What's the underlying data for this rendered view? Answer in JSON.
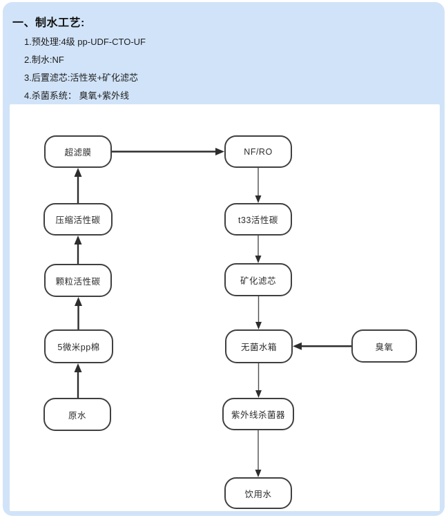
{
  "header": {
    "title": "一、制水工艺:",
    "steps": [
      "1.预处理:4级 pp-UDF-CTO-UF",
      "2.制水:NF",
      "3.后置滤芯:活性炭+矿化滤芯",
      "4.杀菌系统： 臭氧+紫外线"
    ]
  },
  "flowchart": {
    "nodes": [
      {
        "id": "uf-membrane",
        "label": "超滤膜"
      },
      {
        "id": "compressed-carbon",
        "label": "压缩活性碳"
      },
      {
        "id": "granular-carbon",
        "label": "颗粒活性碳"
      },
      {
        "id": "pp-cotton",
        "label": "5微米pp棉"
      },
      {
        "id": "raw-water",
        "label": "原水"
      },
      {
        "id": "nf-ro",
        "label": "NF/RO"
      },
      {
        "id": "t33-carbon",
        "label": "t33活性碳"
      },
      {
        "id": "mineral-filter",
        "label": "矿化滤芯"
      },
      {
        "id": "sterile-tank",
        "label": "无菌水箱"
      },
      {
        "id": "uv-sterilizer",
        "label": "紫外线杀菌器"
      },
      {
        "id": "drinking-water",
        "label": "饮用水"
      },
      {
        "id": "ozone",
        "label": "臭氧"
      }
    ],
    "edges": [
      {
        "from": "raw-water",
        "to": "pp-cotton",
        "weight": "thick"
      },
      {
        "from": "pp-cotton",
        "to": "granular-carbon",
        "weight": "thick"
      },
      {
        "from": "granular-carbon",
        "to": "compressed-carbon",
        "weight": "thick"
      },
      {
        "from": "compressed-carbon",
        "to": "uf-membrane",
        "weight": "thick"
      },
      {
        "from": "uf-membrane",
        "to": "nf-ro",
        "weight": "thick"
      },
      {
        "from": "nf-ro",
        "to": "t33-carbon",
        "weight": "thin"
      },
      {
        "from": "t33-carbon",
        "to": "mineral-filter",
        "weight": "thin"
      },
      {
        "from": "mineral-filter",
        "to": "sterile-tank",
        "weight": "thin"
      },
      {
        "from": "ozone",
        "to": "sterile-tank",
        "weight": "thick"
      },
      {
        "from": "sterile-tank",
        "to": "uv-sterilizer",
        "weight": "thin"
      },
      {
        "from": "uv-sterilizer",
        "to": "drinking-water",
        "weight": "thin"
      }
    ]
  },
  "colors": {
    "card_bg": "#d1e3f8",
    "panel_bg": "#ffffff",
    "node_border": "#3f3f3f",
    "arrow_thick": "#2d2d2d",
    "arrow_thin": "#4d4d4d",
    "text": "#2b2b2b"
  }
}
